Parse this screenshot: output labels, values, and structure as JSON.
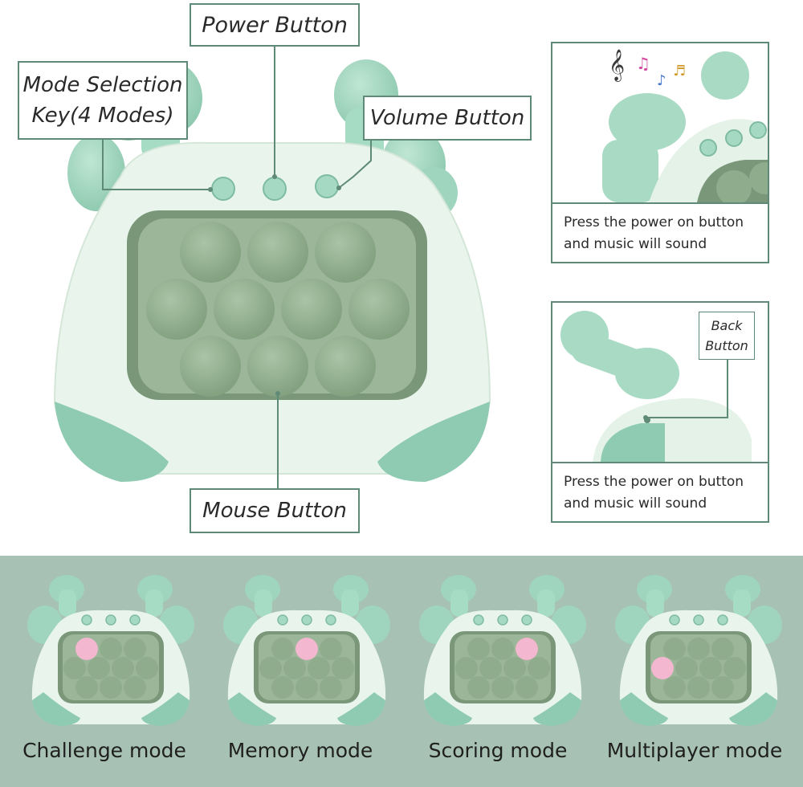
{
  "callouts": {
    "power_button": "Power Button",
    "mode_selection_key": "Mode Selection\nKey(4 Modes)",
    "volume_button": "Volume Button",
    "mouse_button": "Mouse Button",
    "back_button": "Back\nButton"
  },
  "panels": [
    {
      "caption": "Press the power on button\nand music will sound"
    },
    {
      "caption": "Press the power on button\nand music will sound"
    }
  ],
  "modes": [
    {
      "label": "Challenge mode",
      "lit_bubble": 1
    },
    {
      "label": "Memory mode",
      "lit_bubble": 2
    },
    {
      "label": "Scoring mode",
      "lit_bubble": 3
    },
    {
      "label": "Multiplayer mode",
      "lit_bubble": 4
    }
  ],
  "colors": {
    "border": "#5f8a78",
    "toy_body": "#e8f4ea",
    "toy_mint": "#9fd5bf",
    "toy_mint_dark": "#7fc0a6",
    "pad_frame": "#6f8f70",
    "pad_bg": "#9cb59a",
    "bubble": "#8fad8c",
    "lit_bubble": "#f3b8cf",
    "band": "#a7c2b4"
  }
}
